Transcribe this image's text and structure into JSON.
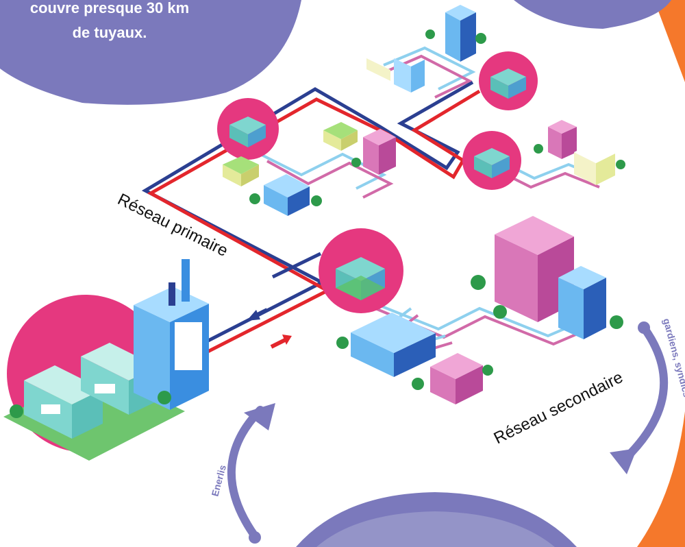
{
  "info_bubble": {
    "line1": "couvre presque 30 km",
    "line2": "de tuyaux."
  },
  "labels": {
    "primary_network": "Réseau primaire",
    "secondary_network": "Réseau secondaire",
    "cycle_left": "Enerlis",
    "cycle_right": "gardiens, syndics"
  },
  "colors": {
    "bubble": "#7b79bc",
    "substation_circle": "#e5387f",
    "supply_pipe": "#e3262c",
    "return_pipe": "#2b3f91",
    "secondary_pipe_cold": "#8ed0ee",
    "secondary_pipe_warm": "#d16aa8",
    "cycle_arrow": "#7b79bc",
    "accent_orange": "#f5782b",
    "building_teal": "#7fd6cf",
    "building_blue": "#4d8fe0",
    "building_pink": "#cf5aaa",
    "building_yellow": "#e4ea9a",
    "tree_green": "#2d9a4a"
  }
}
